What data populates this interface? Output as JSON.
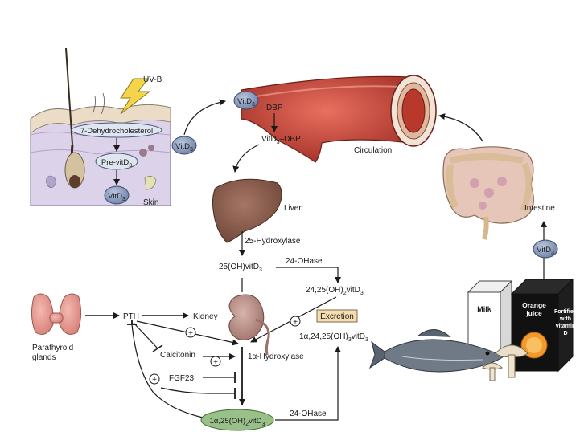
{
  "labels": {
    "uvb": "UV-B",
    "dehydro": "7-Dehydrocholesterol",
    "previt": "Pre-vitD",
    "previt_sub": "3",
    "vitd": "VitD",
    "vitd_sub": "3",
    "skin": "Skin",
    "dbp": "DBP",
    "vitd_dbp_a": "VitD",
    "vitd_dbp_sub": "3",
    "vitd_dbp_b": "–DBP",
    "circulation": "Circulation",
    "liver": "Liver",
    "hydroxylase25": "25-Hydroxylase",
    "ohvitd_a": "25(OH)vitD",
    "ohvitd_sub": "3",
    "ohase24_top": "24-OHase",
    "ohase24_bottom": "24-OHase",
    "dihydroxy24_a": "24,25(OH)",
    "dihydroxy24_sub": "2",
    "dihydroxy24_b": "vitD",
    "dihydroxy24_sub2": "3",
    "excretion": "Excretion",
    "trihydroxy_a": "1α,24,25(OH)",
    "trihydroxy_sub": "3",
    "trihydroxy_b": "vitD",
    "trihydroxy_sub2": "3",
    "pth": "PTH",
    "kidney": "Kidney",
    "parathyroid_1": "Parathyroid",
    "parathyroid_2": "glands",
    "calcitonin": "Calcitonin",
    "hydroxylase1a": "1α-Hydroxylase",
    "fgf23": "FGF23",
    "calcitriol_a": "1α,25(OH)",
    "calcitriol_sub": "2",
    "calcitriol_b": "vitD",
    "calcitriol_sub2": "3",
    "intestine": "Intestine",
    "milk": "Milk",
    "oj_1": "Orange",
    "oj_2": "juice",
    "fort_1": "Fortified",
    "fort_2": "with",
    "fort_3": "vitamin",
    "fort_4": "D",
    "plus": "+"
  },
  "colors": {
    "pill_fill": "#8fa0bf",
    "oval_fill": "#dfe6f0",
    "green_oval": "#9ac08a",
    "vessel": "#c0463a",
    "liver": "#8a5a4a",
    "kidney": "#b98f86",
    "gland": "#e7a19a",
    "excretion": "#f6ddb0"
  }
}
